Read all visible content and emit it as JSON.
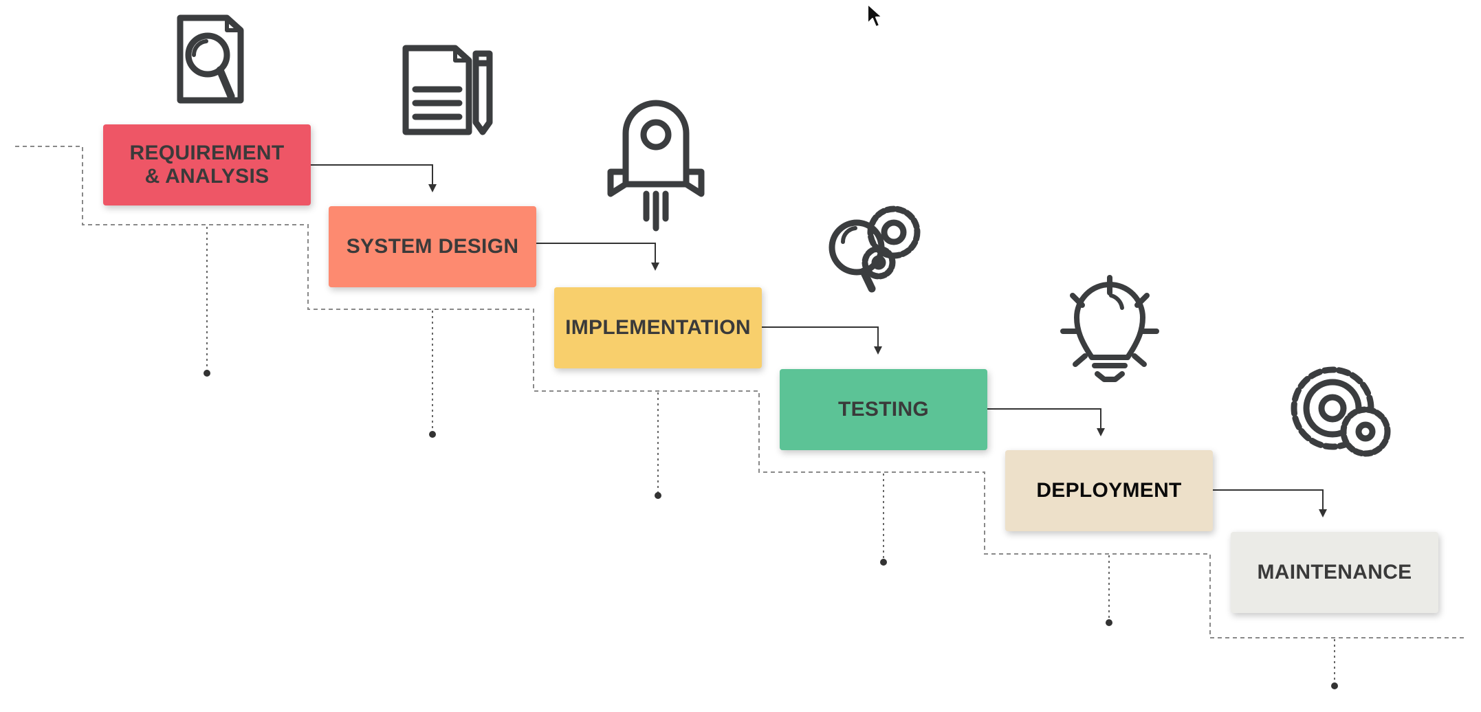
{
  "stages": [
    {
      "label": "REQUIREMENT\n& ANALYSIS",
      "color": "#ee5666",
      "text_color": "#3a3a3a",
      "icon": "document-search-icon"
    },
    {
      "label": "SYSTEM DESIGN",
      "color": "#fd8a70",
      "text_color": "#3a3a3a",
      "icon": "document-pencil-icon"
    },
    {
      "label": "IMPLEMENTATION",
      "color": "#f8cf6c",
      "text_color": "#3a3a3a",
      "icon": "rocket-icon"
    },
    {
      "label": "TESTING",
      "color": "#5cc396",
      "text_color": "#3a3a3a",
      "icon": "search-gears-icon"
    },
    {
      "label": "DEPLOYMENT",
      "color": "#ede0c9",
      "text_color": "#0a0a0a",
      "icon": "lightbulb-icon"
    },
    {
      "label": "MAINTENANCE",
      "color": "#ebebe7",
      "text_color": "#3a3a3a",
      "icon": "gears-icon"
    }
  ],
  "colors": {
    "icon_stroke": "#3b3d3f",
    "connector": "#333333",
    "dashed_line": "#888888"
  }
}
